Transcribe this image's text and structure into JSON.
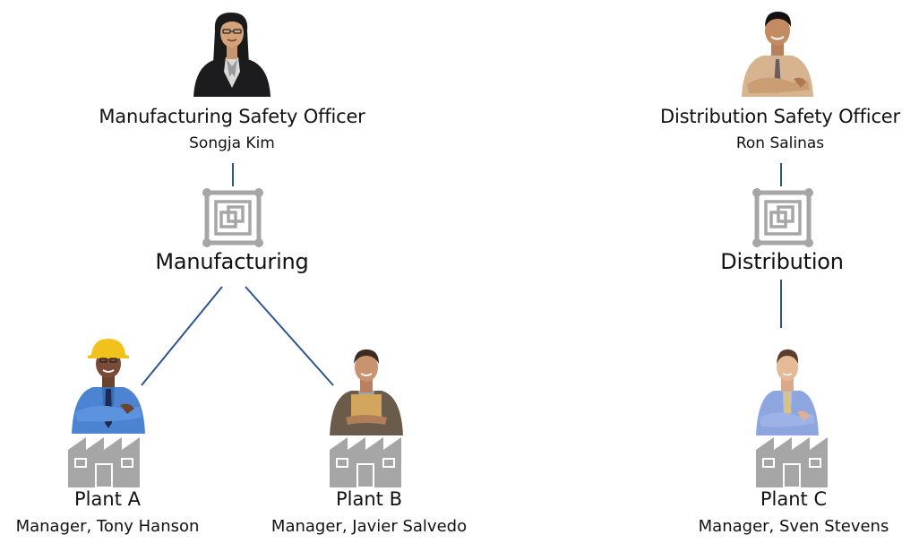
{
  "officers": [
    {
      "title": "Manufacturing Safety Officer",
      "name": "Songja Kim"
    },
    {
      "title": "Distribution Safety Officer",
      "name": "Ron Salinas"
    }
  ],
  "departments": [
    {
      "label": "Manufacturing"
    },
    {
      "label": "Distribution"
    }
  ],
  "plants": [
    {
      "name": "Plant A",
      "manager": "Manager, Tony Hanson"
    },
    {
      "name": "Plant B",
      "manager": "Manager, Javier Salvedo"
    },
    {
      "name": "Plant C",
      "manager": "Manager, Sven Stevens"
    }
  ],
  "colors": {
    "connector": "#2f5490",
    "icon_gray": "#a6a6a6"
  },
  "icons": {
    "department": "nested-squares-icon",
    "plant": "factory-icon"
  }
}
